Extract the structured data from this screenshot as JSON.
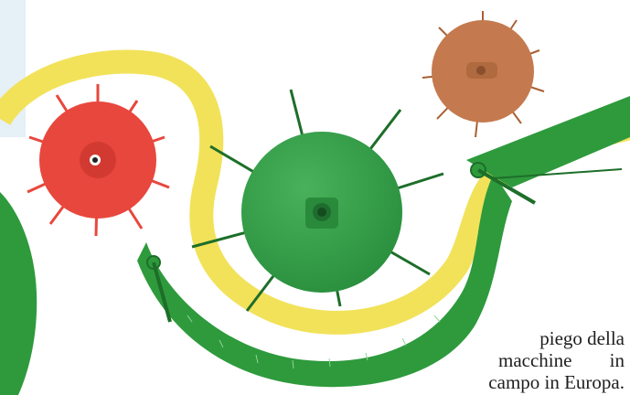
{
  "colors": {
    "yellow_band": "#f2e25a",
    "green_body": "#2e9a3c",
    "red_rotor": "#e8473d",
    "orange_rotor": "#c47a4e",
    "green_rotor": "#34a24a",
    "background": "#ffffff"
  },
  "caption": {
    "line1": "piego della",
    "line2": "macchine in",
    "line3": "campo in Europa."
  }
}
